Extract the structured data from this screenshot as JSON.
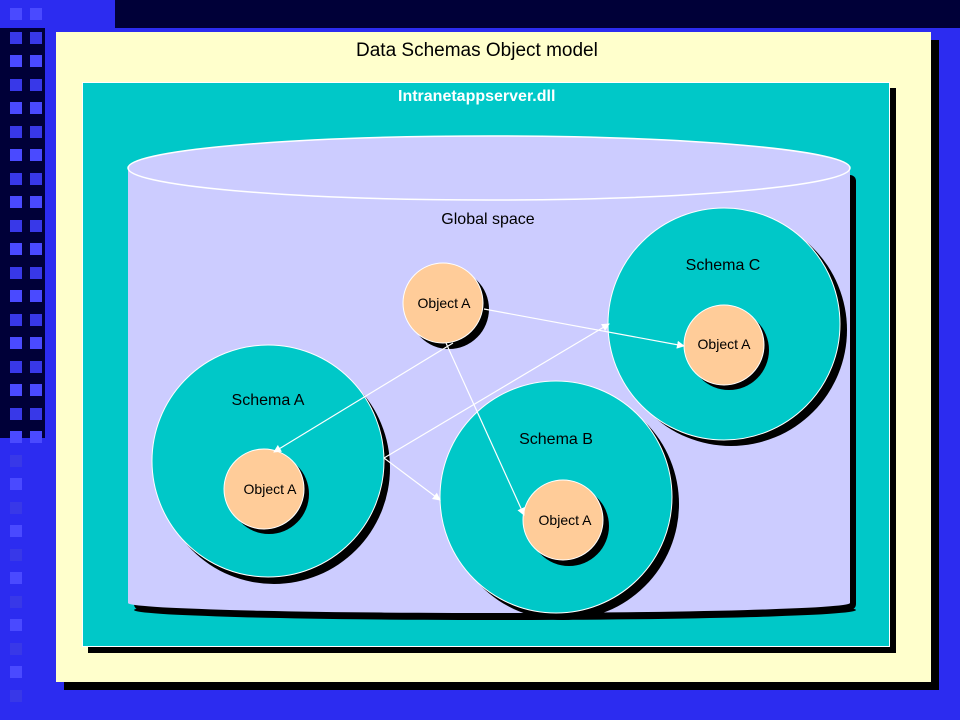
{
  "slide": {
    "title": "Data Schemas Object model",
    "dll_label": "Intranetappserver.dll",
    "global_space_label": "Global space",
    "schemas": [
      {
        "label": "Schema C",
        "object_label": "Object A"
      },
      {
        "label": "Schema A",
        "object_label": "Object A"
      },
      {
        "label": "Schema B",
        "object_label": "Object A"
      }
    ],
    "global_object_label": "Object A"
  },
  "colors": {
    "background": "#2c2cf0",
    "outer_panel": "#ffffcc",
    "dll_panel": "#00c8c8",
    "global_space": "#ccccff",
    "schema_circle": "#00c8c8",
    "object_circle": "#ffcc99"
  }
}
